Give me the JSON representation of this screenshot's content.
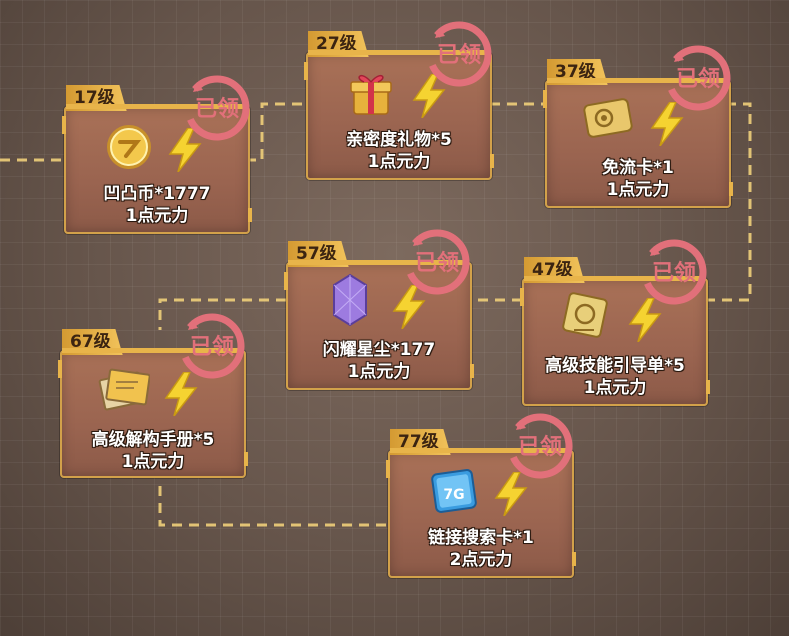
{
  "claimed_stamp_text": "已领",
  "rewards": [
    {
      "level": "17级",
      "item": "凹凸币*1777",
      "cost": "1点元力",
      "icon": "coin-icon"
    },
    {
      "level": "27级",
      "item": "亲密度礼物*5",
      "cost": "1点元力",
      "icon": "gift-box-icon"
    },
    {
      "level": "37级",
      "item": "免流卡*1",
      "cost": "1点元力",
      "icon": "data-card-icon"
    },
    {
      "level": "47级",
      "item": "高级技能引导单*5",
      "cost": "1点元力",
      "icon": "skill-guide-icon"
    },
    {
      "level": "57级",
      "item": "闪耀星尘*177",
      "cost": "1点元力",
      "icon": "stardust-crystal-icon"
    },
    {
      "level": "67级",
      "item": "高级解构手册*5",
      "cost": "1点元力",
      "icon": "manual-book-icon"
    },
    {
      "level": "77级",
      "item": "链接搜索卡*1",
      "cost": "2点元力",
      "icon": "link-search-card-icon"
    }
  ],
  "colors": {
    "accent": "#f2c35b",
    "stamp": "#e2707a",
    "card": "#a06a52",
    "path": "#f0cf7a"
  }
}
